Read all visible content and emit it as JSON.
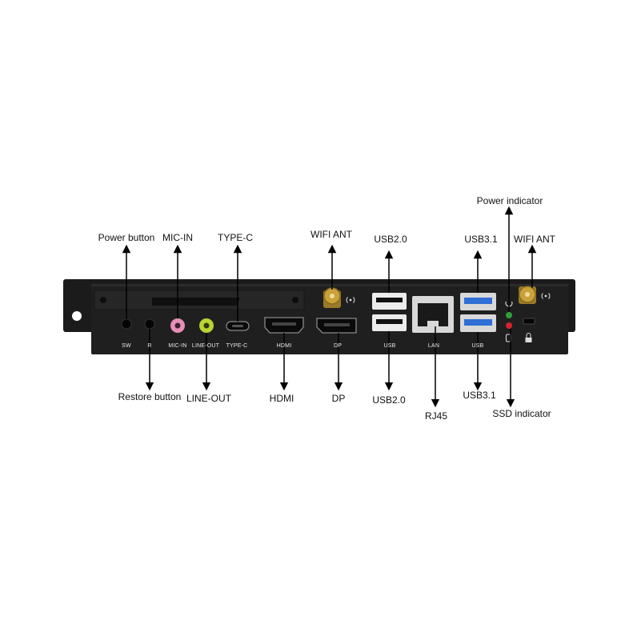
{
  "callouts": {
    "power_button": "Power button",
    "mic_in": "MIC-IN",
    "type_c": "TYPE-C",
    "wifi_ant_left": "WIFI ANT",
    "usb20_top": "USB2.0",
    "usb31_top": "USB3.1",
    "wifi_ant_right": "WIFI ANT",
    "power_indicator": "Power indicator",
    "restore_button": "Restore button",
    "line_out": "LINE-OUT",
    "hdmi": "HDMI",
    "dp": "DP",
    "usb20_bottom": "USB2.0",
    "rj45": "RJ45",
    "usb31_bottom": "USB3.1",
    "ssd_indicator": "SSD indicator"
  },
  "panel_labels": {
    "sw": "SW",
    "r": "R",
    "mic_in": "MIC-IN",
    "line_out": "LINE-OUT",
    "type_c": "TYPE-C",
    "hdmi": "HDMI",
    "dp": "DP",
    "usb_left": "USB",
    "lan": "LAN",
    "usb_right": "USB"
  },
  "colors": {
    "panel": "#1b1b1b",
    "mic_jack": "#e58fb8",
    "line_out_jack": "#b9d431",
    "usb3_blue": "#2f6fd6",
    "power_led": "#2f9e3a",
    "ssd_led": "#d8232a",
    "antenna_gold": "#c9a23a"
  }
}
